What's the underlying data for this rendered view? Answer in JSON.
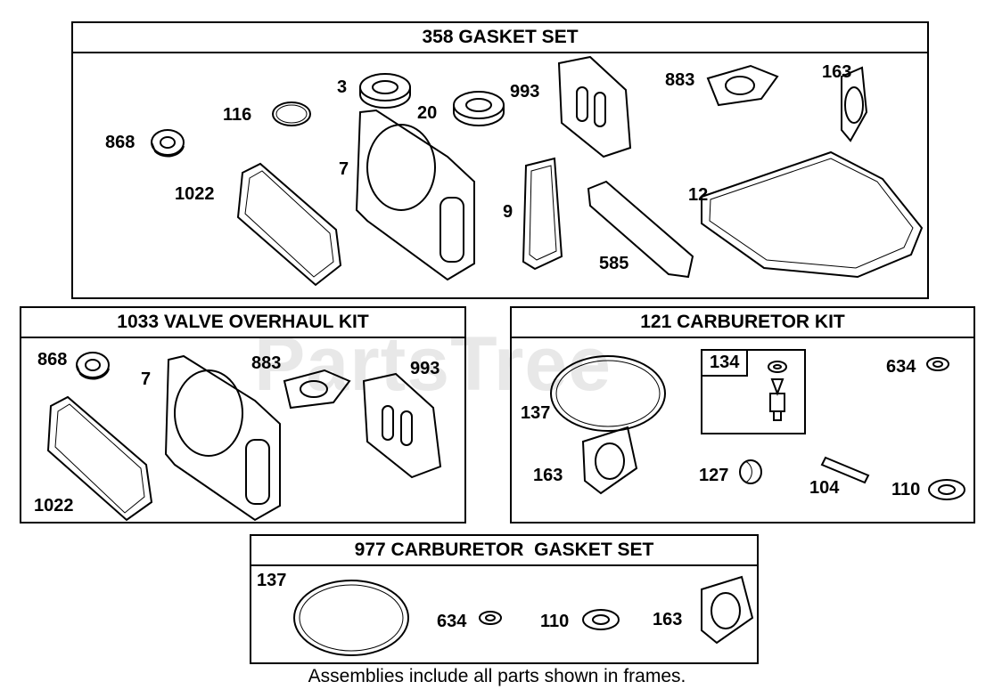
{
  "frames": {
    "gasket_set": {
      "title": "358 GASKET SET",
      "labels": [
        "3",
        "993",
        "883",
        "163",
        "116",
        "20",
        "868",
        "7",
        "1022",
        "9",
        "12",
        "585"
      ]
    },
    "valve_kit": {
      "title": "1033 VALVE OVERHAUL KIT",
      "labels": [
        "868",
        "7",
        "883",
        "993",
        "1022"
      ]
    },
    "carb_kit": {
      "title": "121 CARBURETOR KIT",
      "sub_label": "134",
      "labels": [
        "634",
        "137",
        "163",
        "127",
        "104",
        "110"
      ]
    },
    "carb_gasket": {
      "title": "977 CARBURETOR  GASKET SET",
      "labels": [
        "137",
        "634",
        "110",
        "163"
      ]
    }
  },
  "footer": "Assemblies include all parts shown in frames.",
  "watermark": "PartsTree",
  "colors": {
    "line": "#000000",
    "watermark": "#e6e6e6"
  }
}
